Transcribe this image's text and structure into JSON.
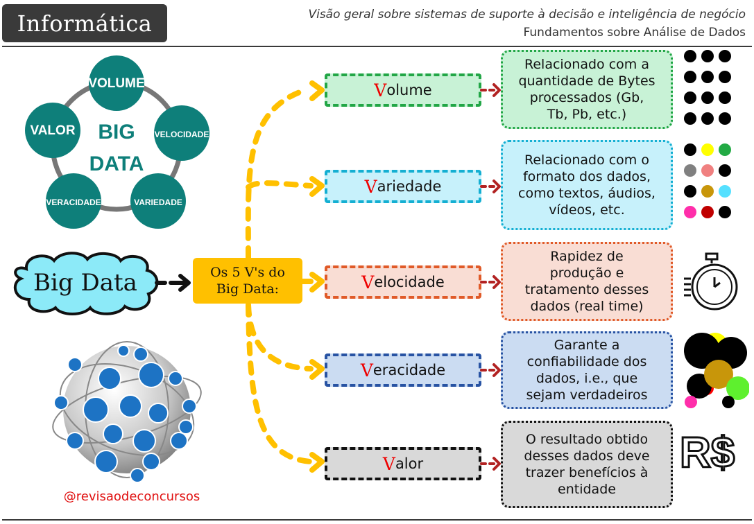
{
  "header": {
    "title": "Informática",
    "subtitle_line1": "Visão geral sobre sistemas de suporte à decisão e inteligência de negócio",
    "subtitle_line2": "Fundamentos sobre Análise de Dados"
  },
  "wheel": {
    "center_line1": "BIG",
    "center_line2": "DATA",
    "nodes": [
      "VOLUME",
      "VELOCIDADE",
      "VARIEDADE",
      "VERACIDADE",
      "VALOR"
    ],
    "color": "#0e7f7a"
  },
  "root": {
    "label": "Big Data"
  },
  "hub": {
    "line1": "Os 5 V's do",
    "line2": "Big Data:"
  },
  "vs": [
    {
      "initial": "V",
      "rest": "olume",
      "fill": "#c8f2d6",
      "border": "#22a646",
      "desc": [
        "Relacionado com a",
        "quantidade de Bytes",
        "processados (Gb,",
        "Tb, Pb, etc.)"
      ]
    },
    {
      "initial": "V",
      "rest": "ariedade",
      "fill": "#c7f1fb",
      "border": "#14afd2",
      "desc": [
        "Relacionado com o",
        "formato dos dados,",
        "como textos, áudios,",
        "vídeos, etc."
      ]
    },
    {
      "initial": "V",
      "rest": "elocidade",
      "fill": "#f9ddd4",
      "border": "#e05a28",
      "desc": [
        "Rapidez de",
        "produção e",
        "tratamento desses",
        "dados (real time)"
      ]
    },
    {
      "initial": "V",
      "rest": "eracidade",
      "fill": "#cbdcf2",
      "border": "#2853a3",
      "desc": [
        "Garante a",
        "confiabilidade dos",
        "dados, i.e., que",
        "sejam verdadeiros"
      ]
    },
    {
      "initial": "V",
      "rest": "alor",
      "fill": "#d9d9d9",
      "border": "#111111",
      "desc": [
        "O resultado obtido",
        "desses dados deve",
        "trazer benefícios à",
        "entidade"
      ]
    }
  ],
  "icons": {
    "volume_dots": [
      "#000000",
      "#000000",
      "#000000",
      "#000000",
      "#000000",
      "#000000",
      "#000000",
      "#000000",
      "#000000",
      "#000000",
      "#000000",
      "#000000"
    ],
    "variety_dots": [
      "#000000",
      "#ffff00",
      "#22aa44",
      "#808080",
      "#f08080",
      "#000000",
      "#000000",
      "#c8960a",
      "#55e0ff",
      "#ff2eaa",
      "#c00000",
      "#000000"
    ],
    "currency": "R$"
  },
  "accent": {
    "arrow": "#ffc000",
    "connector": "#b22222",
    "cloud": "#8ceaf8"
  },
  "footer": {
    "watermark": "@revisaodeconcursos"
  }
}
